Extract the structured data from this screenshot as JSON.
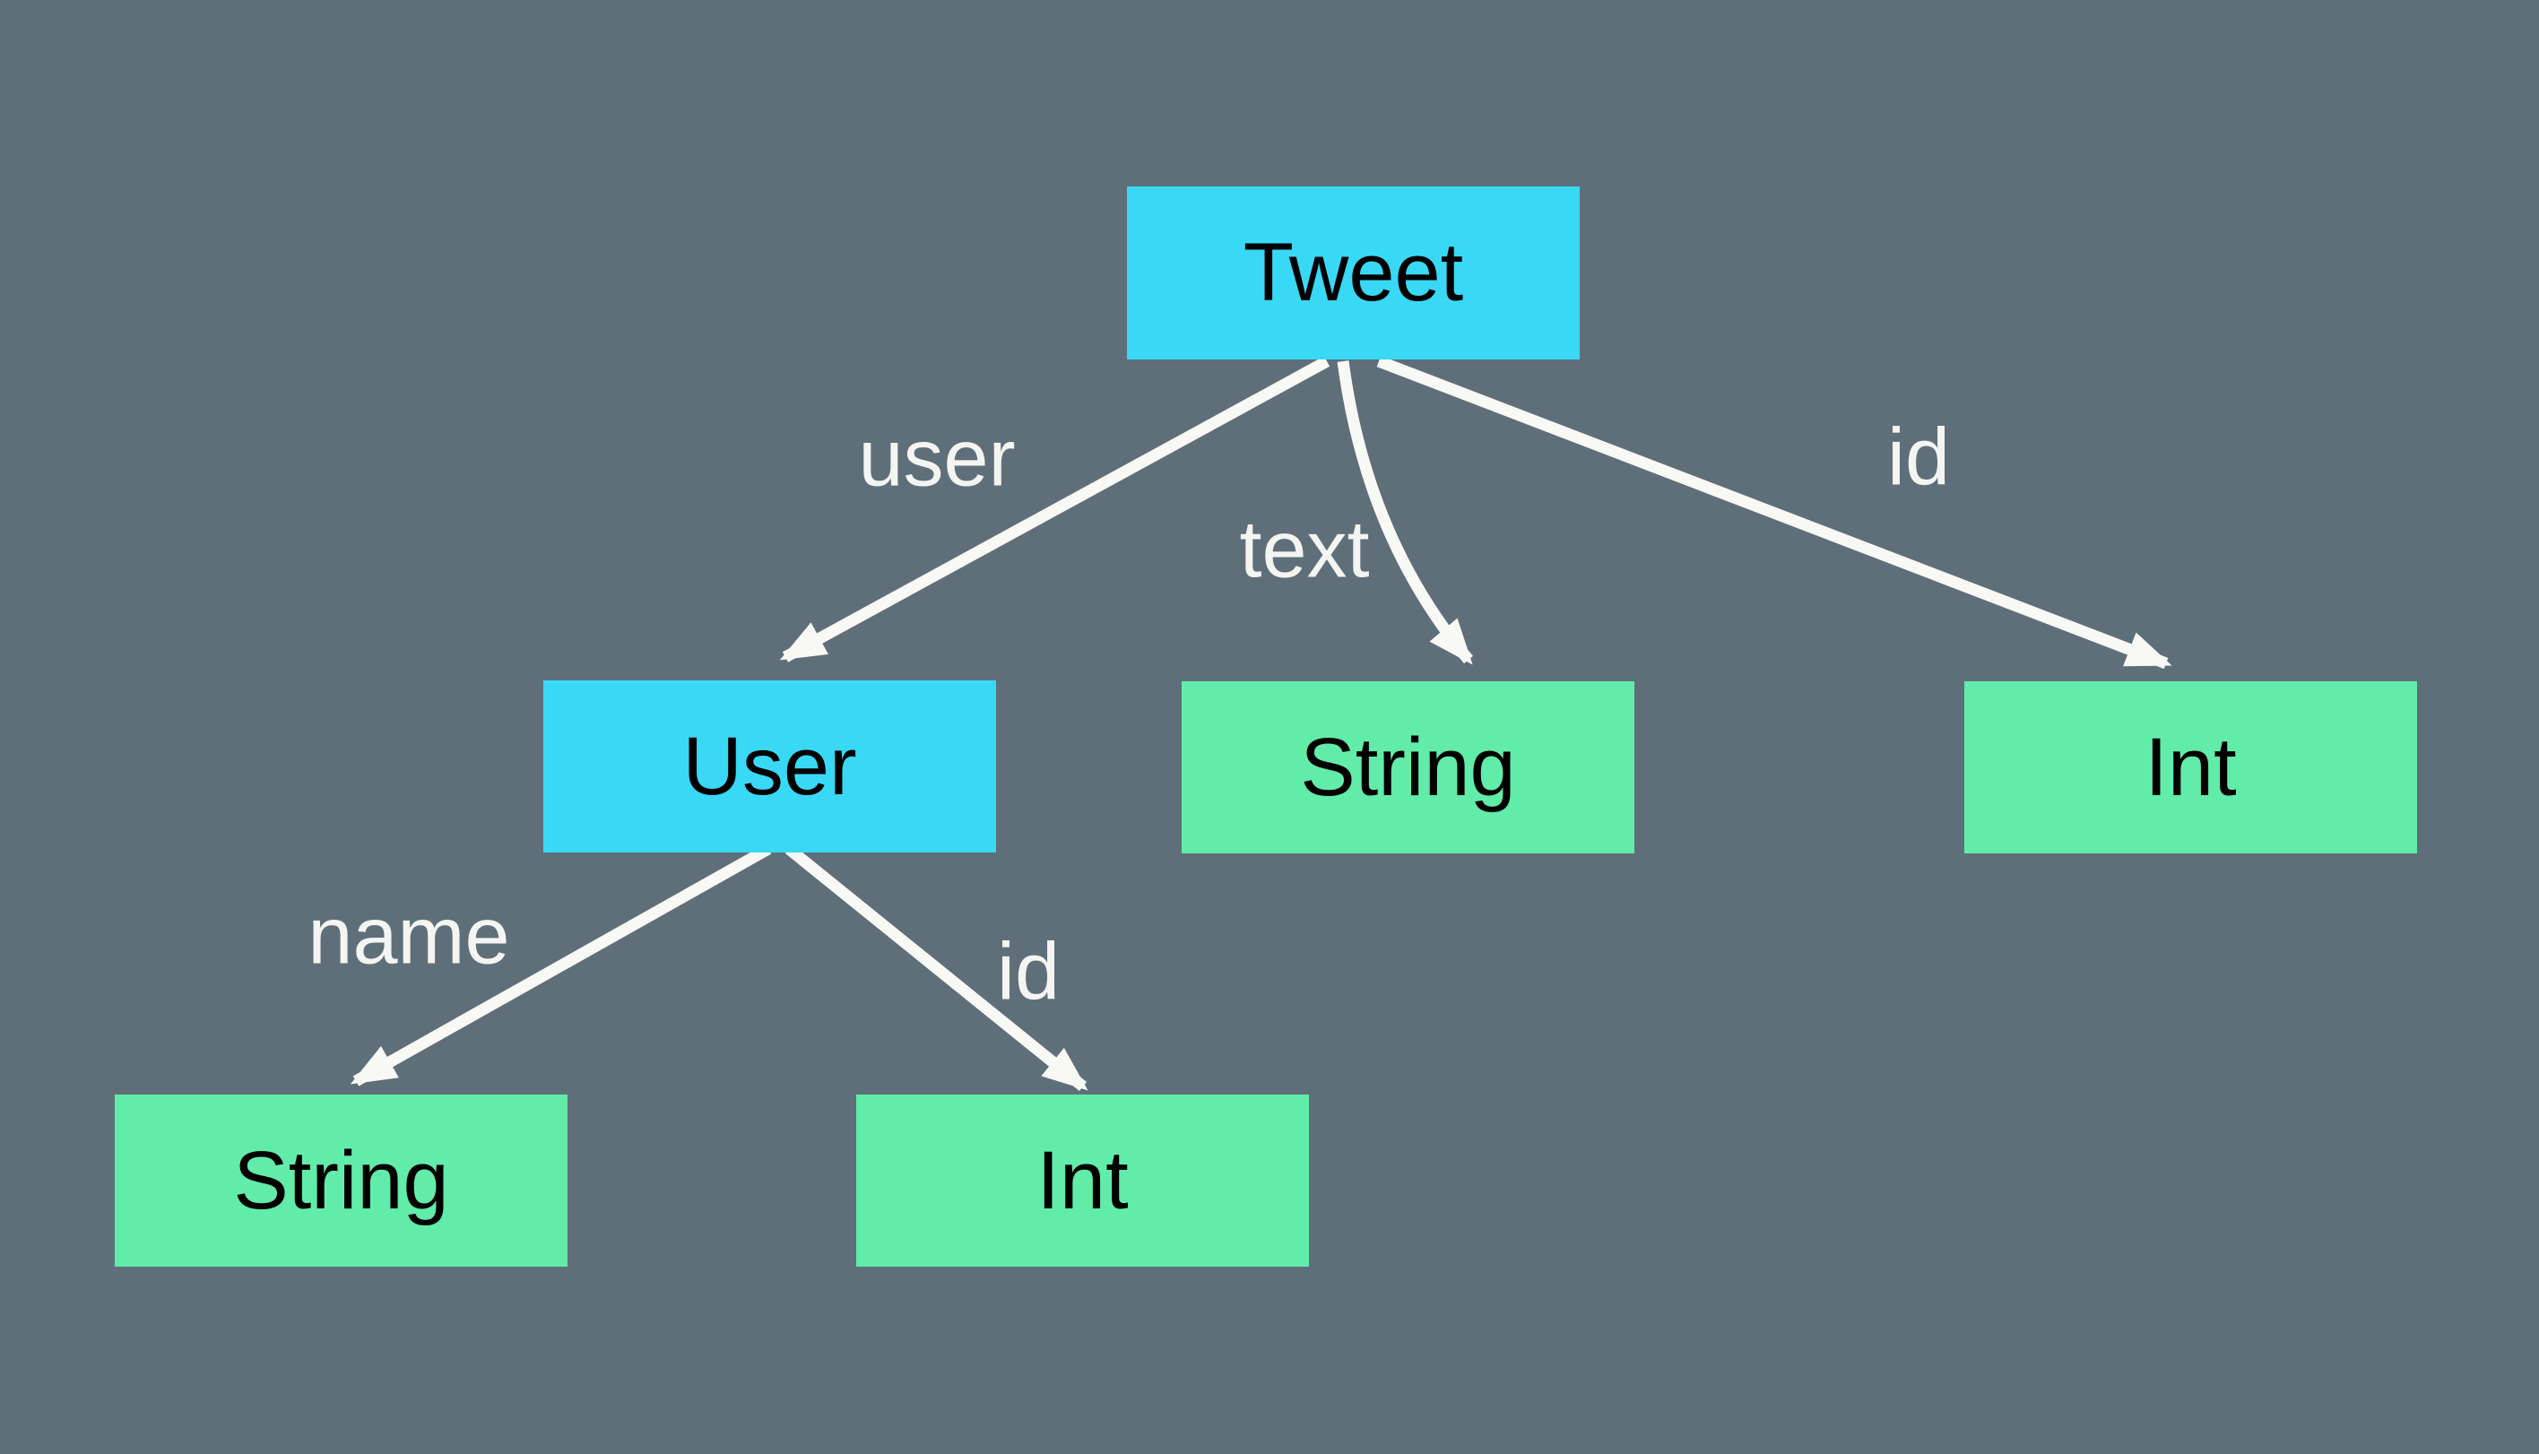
{
  "diagram": {
    "colors": {
      "background": "#5e6f7a",
      "type_node_fill": "#39d9f6",
      "primitive_node_fill": "#62eca9",
      "node_text": "#000000",
      "arrow": "#f8f8f5",
      "edge_label_text": "#f4f4f1"
    },
    "nodes": [
      {
        "id": "tweet",
        "label": "Tweet",
        "kind": "type"
      },
      {
        "id": "user",
        "label": "User",
        "kind": "type"
      },
      {
        "id": "tweet-text-type",
        "label": "String",
        "kind": "primitive"
      },
      {
        "id": "tweet-id-type",
        "label": "Int",
        "kind": "primitive"
      },
      {
        "id": "user-name-type",
        "label": "String",
        "kind": "primitive"
      },
      {
        "id": "user-id-type",
        "label": "Int",
        "kind": "primitive"
      }
    ],
    "edges": [
      {
        "from": "Tweet",
        "to": "User",
        "label": "user"
      },
      {
        "from": "Tweet",
        "to": "String",
        "label": "text"
      },
      {
        "from": "Tweet",
        "to": "Int",
        "label": "id"
      },
      {
        "from": "User",
        "to": "String",
        "label": "name"
      },
      {
        "from": "User",
        "to": "Int",
        "label": "id"
      }
    ]
  }
}
